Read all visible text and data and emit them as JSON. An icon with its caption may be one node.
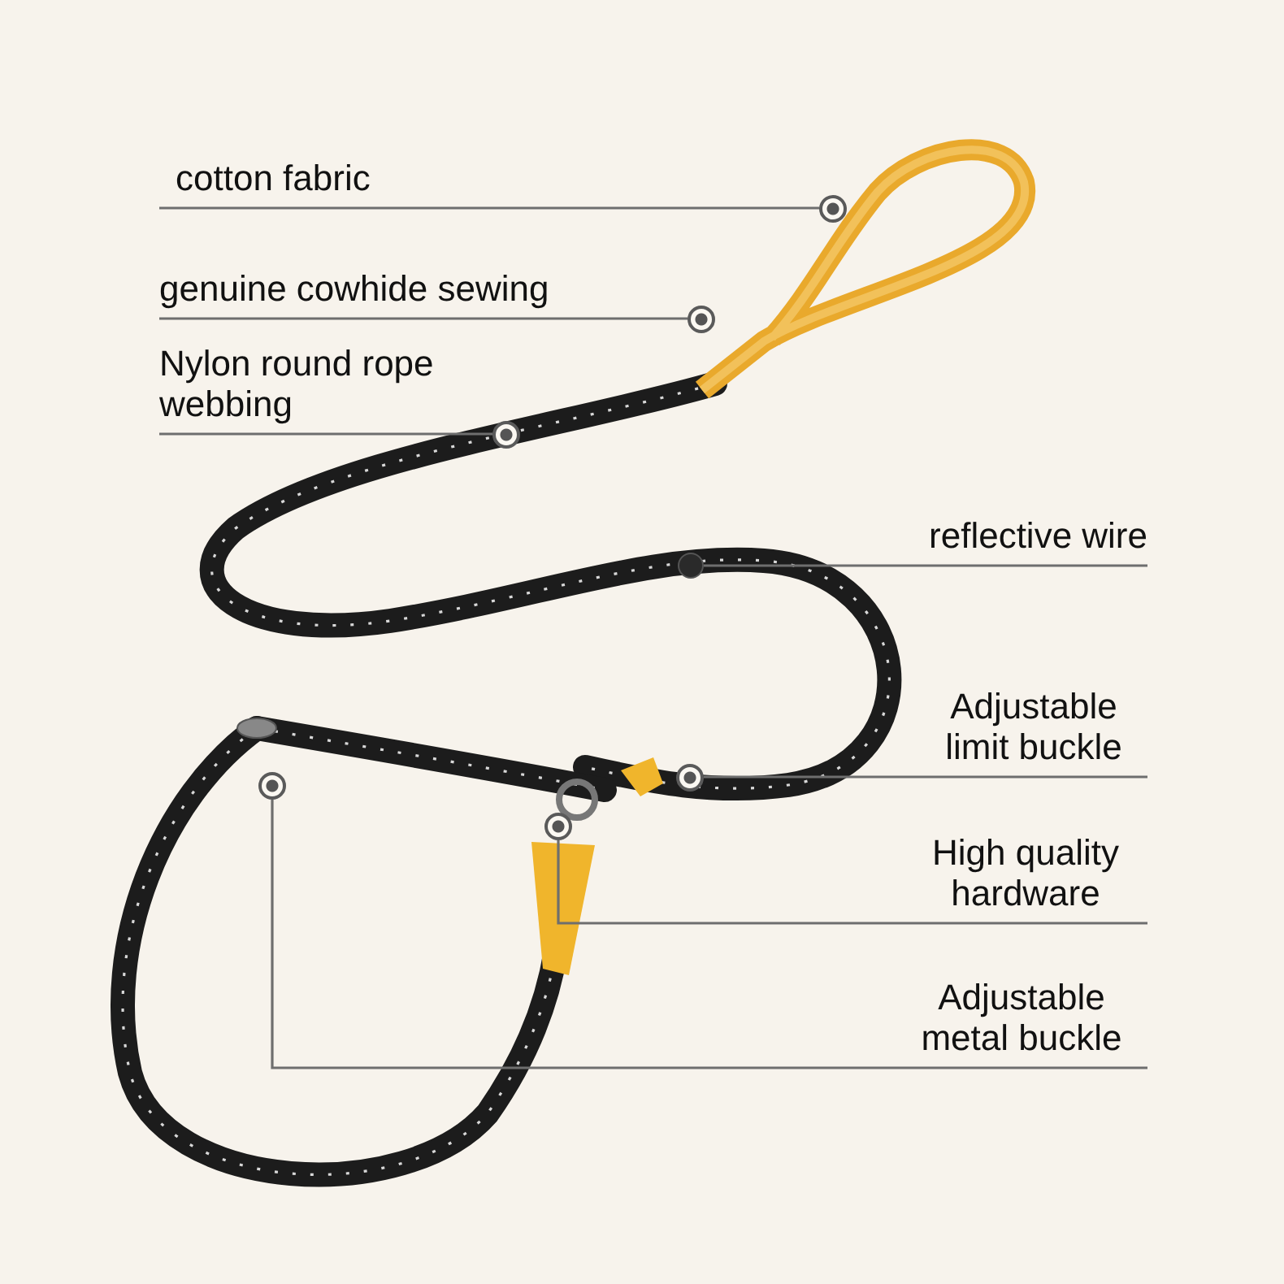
{
  "diagram": {
    "nodes": [
      {
        "text": [
          "cotton fabric"
        ]
      },
      {
        "text": [
          "genuine cowhide sewing"
        ]
      },
      {
        "text": [
          "Nylon round rope webbing"
        ]
      },
      {
        "text": [
          "reflective wire"
        ]
      },
      {
        "text": [
          "Adjustable limit buckle"
        ]
      },
      {
        "text": [
          "High quality hardware"
        ]
      },
      {
        "text": [
          "Adjustable metal buckle"
        ]
      },
      {
        "text": [],
        "shape": "circle"
      },
      {
        "text": [],
        "shape": "circle"
      },
      {
        "text": [],
        "shape": "circle"
      },
      {
        "text": [],
        "shape": "circle"
      },
      {
        "text": [],
        "shape": "circle"
      },
      {
        "text": [],
        "shape": "circle"
      },
      {
        "text": [],
        "shape": "circle"
      }
    ],
    "edges": [
      {
        "from": 0,
        "to": 7,
        "arrow": "none"
      },
      {
        "from": 1,
        "to": 8,
        "arrow": "none"
      },
      {
        "from": 2,
        "to": 9,
        "arrow": "none"
      },
      {
        "from": 3,
        "to": 10,
        "arrow": "none"
      },
      {
        "from": 4,
        "to": 11,
        "arrow": "none"
      },
      {
        "from": 5,
        "to": 12,
        "arrow": "none"
      },
      {
        "from": 6,
        "to": 13,
        "arrow": "none"
      }
    ]
  }
}
